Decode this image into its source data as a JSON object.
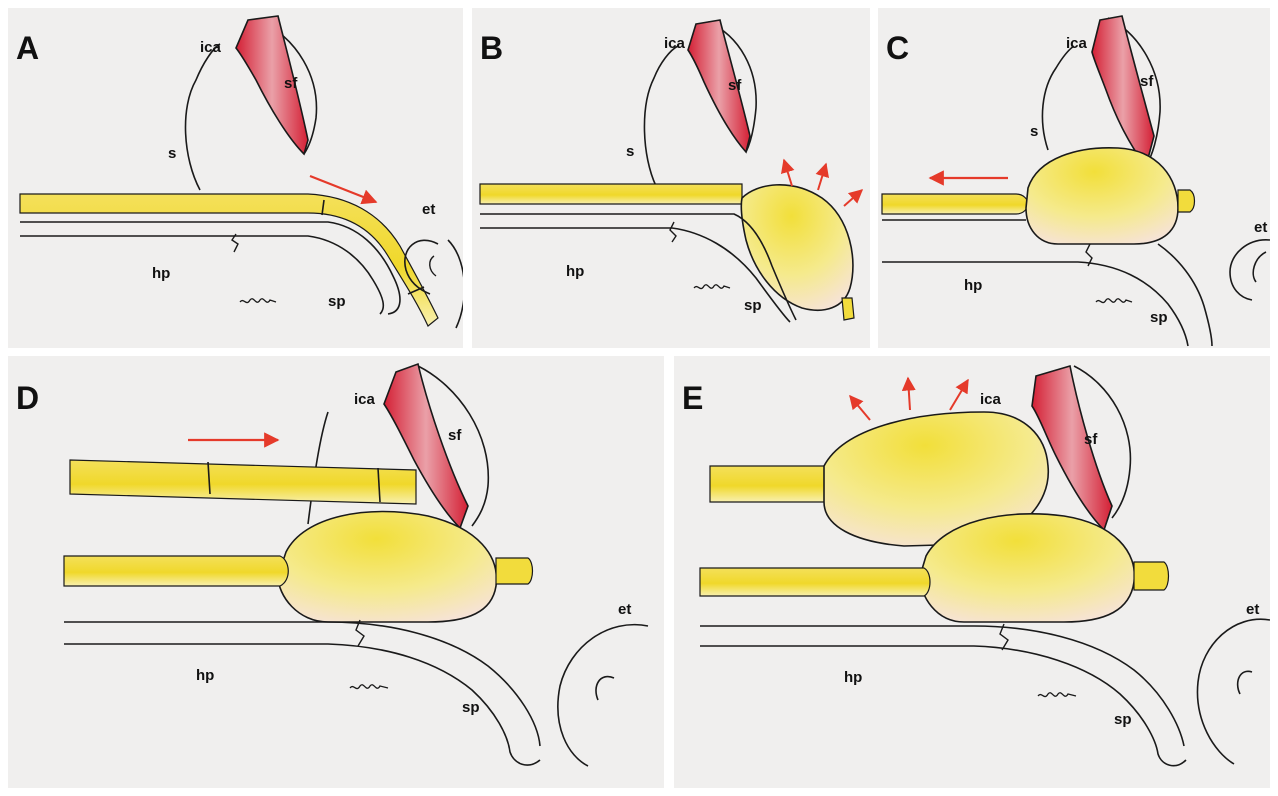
{
  "panels": {
    "A": {
      "letter": "A",
      "labels": {
        "ica": "ica",
        "sf": "sf",
        "s": "s",
        "et": "et",
        "hp": "hp",
        "sp": "sp"
      }
    },
    "B": {
      "letter": "B",
      "labels": {
        "ica": "ica",
        "sf": "sf",
        "s": "s",
        "hp": "hp",
        "sp": "sp"
      }
    },
    "C": {
      "letter": "C",
      "labels": {
        "ica": "ica",
        "sf": "sf",
        "s": "s",
        "et": "et",
        "hp": "hp",
        "sp": "sp"
      }
    },
    "D": {
      "letter": "D",
      "labels": {
        "ica": "ica",
        "sf": "sf",
        "et": "et",
        "hp": "hp",
        "sp": "sp"
      }
    },
    "E": {
      "letter": "E",
      "labels": {
        "ica": "ica",
        "sf": "sf",
        "et": "et",
        "hp": "hp",
        "sp": "sp"
      }
    }
  },
  "colors": {
    "background": "#f0efee",
    "tube_yellow": "#f2dc3c",
    "balloon_yellow": "#f4e26a",
    "artery_red": "#d8283a",
    "arrow_red": "#e53a2a",
    "outline": "#1a1a1a"
  }
}
